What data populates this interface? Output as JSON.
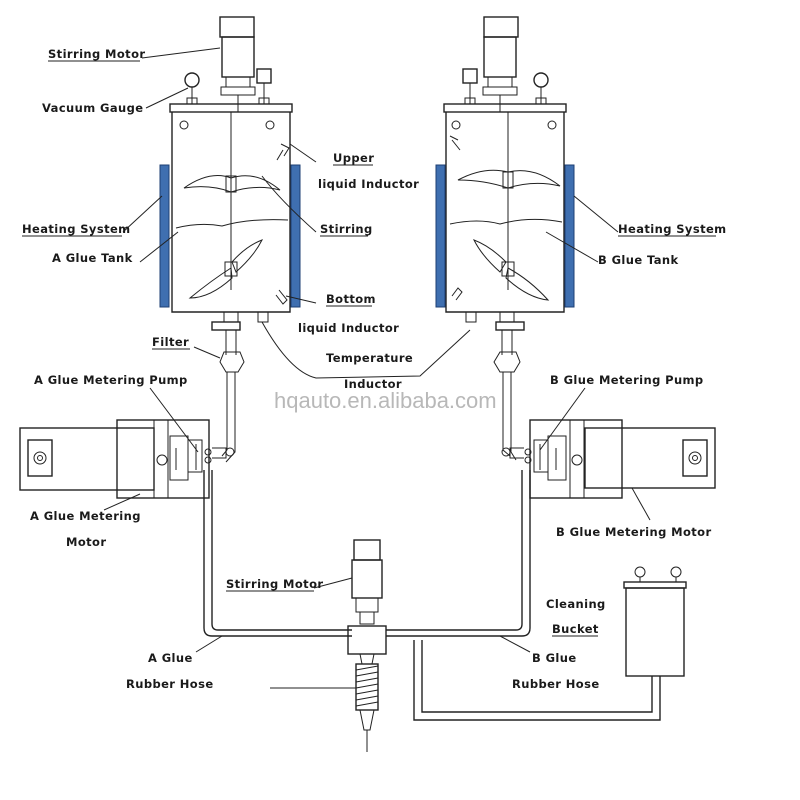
{
  "labels": {
    "stirring_motor_top": "Stirring Motor",
    "vacuum_gauge": "Vacuum Gauge",
    "upper_inductor_1": "Upper",
    "upper_inductor_2": "liquid Inductor",
    "heating_system_left": "Heating System",
    "stirring": "Stirring",
    "a_glue_tank": "A Glue Tank",
    "heating_system_right": "Heating System",
    "b_glue_tank": "B Glue Tank",
    "bottom_inductor_1": "Bottom",
    "bottom_inductor_2": "liquid Inductor",
    "filter": "Filter",
    "temperature_inductor_1": "Temperature",
    "temperature_inductor_2": "Inductor",
    "a_metering_pump": "A Glue Metering Pump",
    "b_metering_pump": "B Glue Metering Pump",
    "a_metering_motor_1": "A Glue Metering",
    "a_metering_motor_2": "Motor",
    "b_metering_motor": "B Glue Metering Motor",
    "stirring_motor_bottom": "Stirring Motor",
    "cleaning_bucket_1": "Cleaning",
    "cleaning_bucket_2": "Bucket",
    "a_hose_1": "A Glue",
    "a_hose_2": "Rubber Hose",
    "b_hose_1": "B Glue",
    "b_hose_2": "Rubber Hose"
  },
  "watermark": "hqauto.en.alibaba.com",
  "colors": {
    "heating_element": "#3f6fb0",
    "line": "#222222",
    "watermark": "#b8b8b8"
  }
}
